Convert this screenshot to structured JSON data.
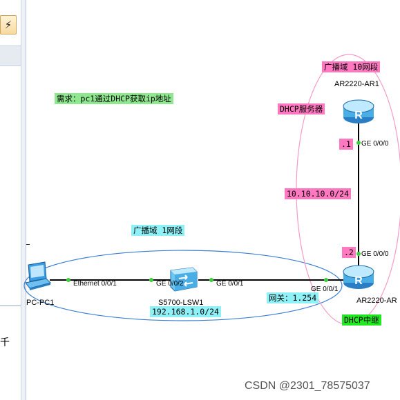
{
  "left_panel": {
    "toolbar_glyph": "⚡",
    "side_char": "千"
  },
  "labels": {
    "requirement": "需求：pc1通过DHCP获取ip地址",
    "broadcast_1": "广播域 1网段",
    "broadcast_10": "广播域  10网段",
    "dhcp_server": "DHCP服务器",
    "dhcp_relay": "DHCP中继",
    "gateway": "网关：1.254",
    "subnet_1": "192.168.1.0/24",
    "subnet_10": "10.10.10.0/24",
    "ip_1": ".1",
    "ip_2": ".2"
  },
  "devices": {
    "pc": "PC-PC1",
    "switch": "S5700-LSW1",
    "router_1": "AR2220-AR1",
    "router_2": "AR2220-AR"
  },
  "ports": {
    "pc_eth": "Ethernet 0/0/1",
    "sw_ge2": "GE 0/0/2",
    "sw_ge1": "GE 0/0/1",
    "ar2_ge1": "GE 0/0/1",
    "ar1_ge0": "GE 0/0/0",
    "ar2_ge0": "GE 0/0/0"
  },
  "colors": {
    "label_green": "#8fe88f",
    "label_cyan": "#8ff1f6",
    "label_pink": "#ff78c0",
    "label_bright_green": "#22e822",
    "port_dot": "#3ccf3c",
    "ellipse_blue": "#3b7fd1",
    "ellipse_pink": "#f39ac8"
  },
  "watermark": "CSDN @2301_78575037"
}
